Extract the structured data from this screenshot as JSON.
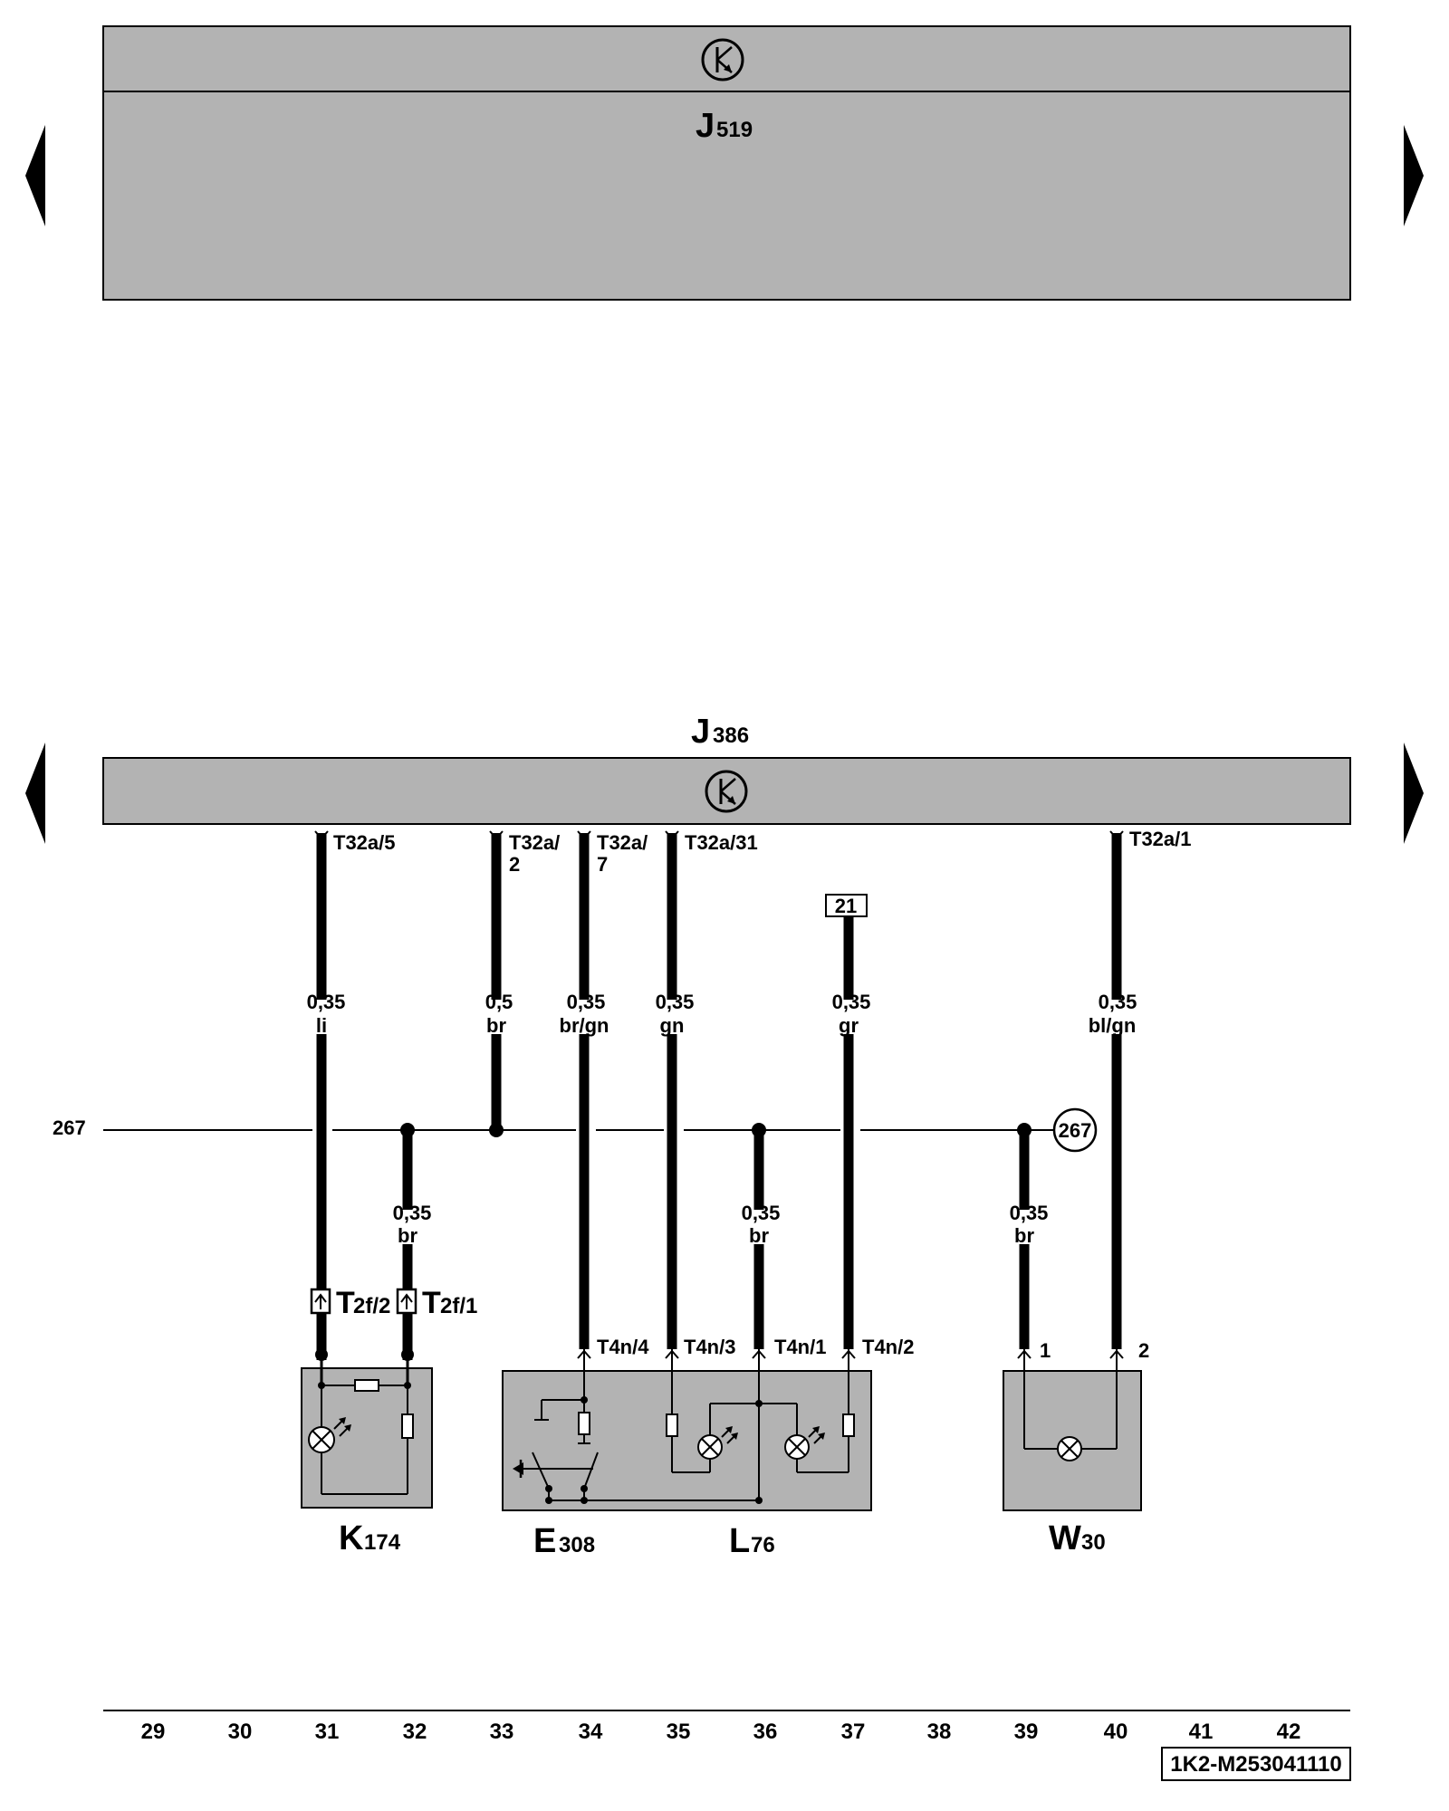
{
  "units": {
    "j519": {
      "main": "J",
      "sub": "519"
    },
    "j386": {
      "main": "J",
      "sub": "386"
    }
  },
  "wires": [
    {
      "id": "w31",
      "pin": "T32a/5",
      "size": "0,35",
      "color": "li"
    },
    {
      "id": "w33",
      "pin_line1": "T32a/",
      "pin_line2": "2",
      "size": "0,5",
      "color": "br"
    },
    {
      "id": "w34",
      "pin_line1": "T32a/",
      "pin_line2": "7",
      "size": "0,35",
      "color": "br/gn"
    },
    {
      "id": "w35",
      "pin": "T32a/31",
      "size": "0,35",
      "color": "gn"
    },
    {
      "id": "w37",
      "ref": "21",
      "size": "0,35",
      "color": "gr"
    },
    {
      "id": "w40",
      "pin": "T32a/1",
      "size": "0,35",
      "color": "bl/gn"
    }
  ],
  "ground_wires": [
    {
      "id": "g32",
      "size": "0,35",
      "color": "br"
    },
    {
      "id": "g36",
      "size": "0,35",
      "color": "br"
    },
    {
      "id": "g39",
      "size": "0,35",
      "color": "br"
    }
  ],
  "ground_line": {
    "left_label": "267",
    "circle_label": "267"
  },
  "connectors": {
    "t2f2": {
      "main": "T",
      "sub": "2f/2"
    },
    "t2f1": {
      "main": "T",
      "sub": "2f/1"
    },
    "t4n4": "T4n/4",
    "t4n3": "T4n/3",
    "t4n1": "T4n/1",
    "t4n2": "T4n/2",
    "w30_pin1": "1",
    "w30_pin2": "2"
  },
  "components": {
    "k174": {
      "main": "K",
      "sub": "174"
    },
    "e308": {
      "main": "E",
      "sub": "308"
    },
    "l76": {
      "main": "L",
      "sub": "76"
    },
    "w30": {
      "main": "W",
      "sub": "30"
    }
  },
  "grid_numbers": [
    "29",
    "30",
    "31",
    "32",
    "33",
    "34",
    "35",
    "36",
    "37",
    "38",
    "39",
    "40",
    "41",
    "42"
  ],
  "diagram_code": "1K2-M253041110",
  "colors": {
    "component_fill": "#b3b3b3",
    "wire": "#000000",
    "background": "#ffffff"
  }
}
